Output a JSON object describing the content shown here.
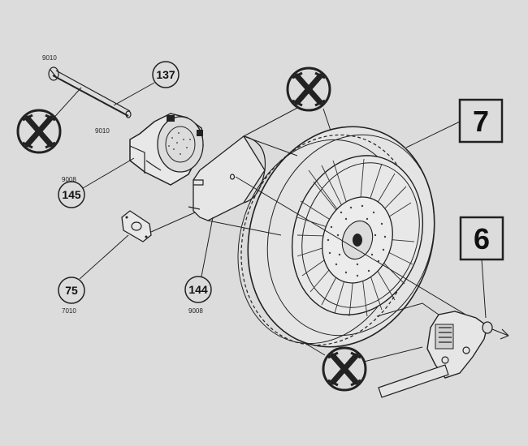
{
  "callouts": {
    "c137": {
      "number": "137"
    },
    "c145": {
      "number": "145",
      "code": "9008"
    },
    "c75": {
      "number": "75",
      "code": "7010"
    },
    "c144": {
      "number": "144",
      "code": "9008"
    }
  },
  "boxes": {
    "b7": {
      "number": "7"
    },
    "b6": {
      "number": "6"
    }
  },
  "codes": {
    "axle_top": "9010",
    "axle_bottom": "9010"
  },
  "symbols": {
    "no_tool_count": 3,
    "names": [
      "no-tool-mark-left",
      "no-tool-mark-top",
      "no-tool-mark-bottom"
    ]
  },
  "colors": {
    "background": "#dcdcdc",
    "ink": "#222222"
  }
}
